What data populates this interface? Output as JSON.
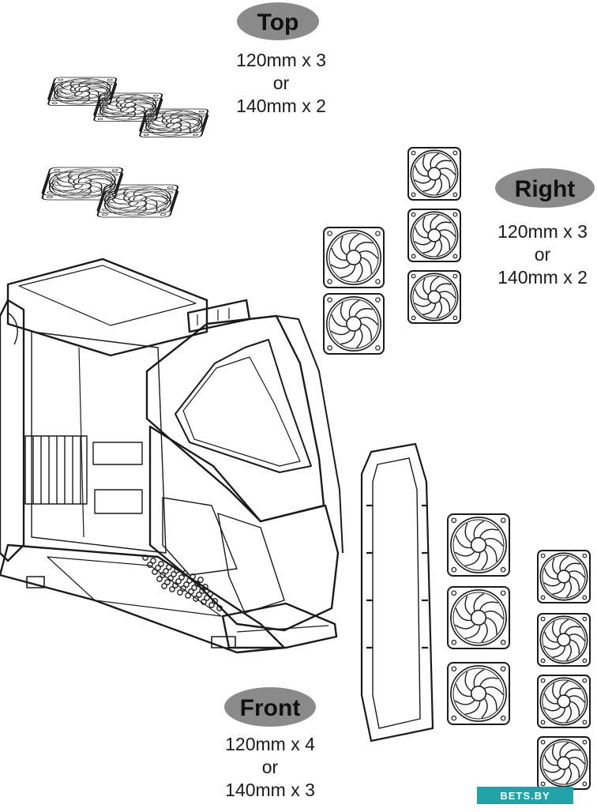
{
  "labels": {
    "top": {
      "title": "Top",
      "line1": "120mm x 3",
      "line2": "or",
      "line3": "140mm x 2"
    },
    "right": {
      "title": "Right",
      "line1": "120mm x 3",
      "line2": "or",
      "line3": "140mm x 2"
    },
    "front": {
      "title": "Front",
      "line1": "120mm x 4",
      "line2": "or",
      "line3": "140mm x 3"
    }
  },
  "watermark": "BETS.BY",
  "colors": {
    "pill": "#8a8a8a",
    "line": "#1a1a1a",
    "watermark": "#1fa3a6"
  }
}
